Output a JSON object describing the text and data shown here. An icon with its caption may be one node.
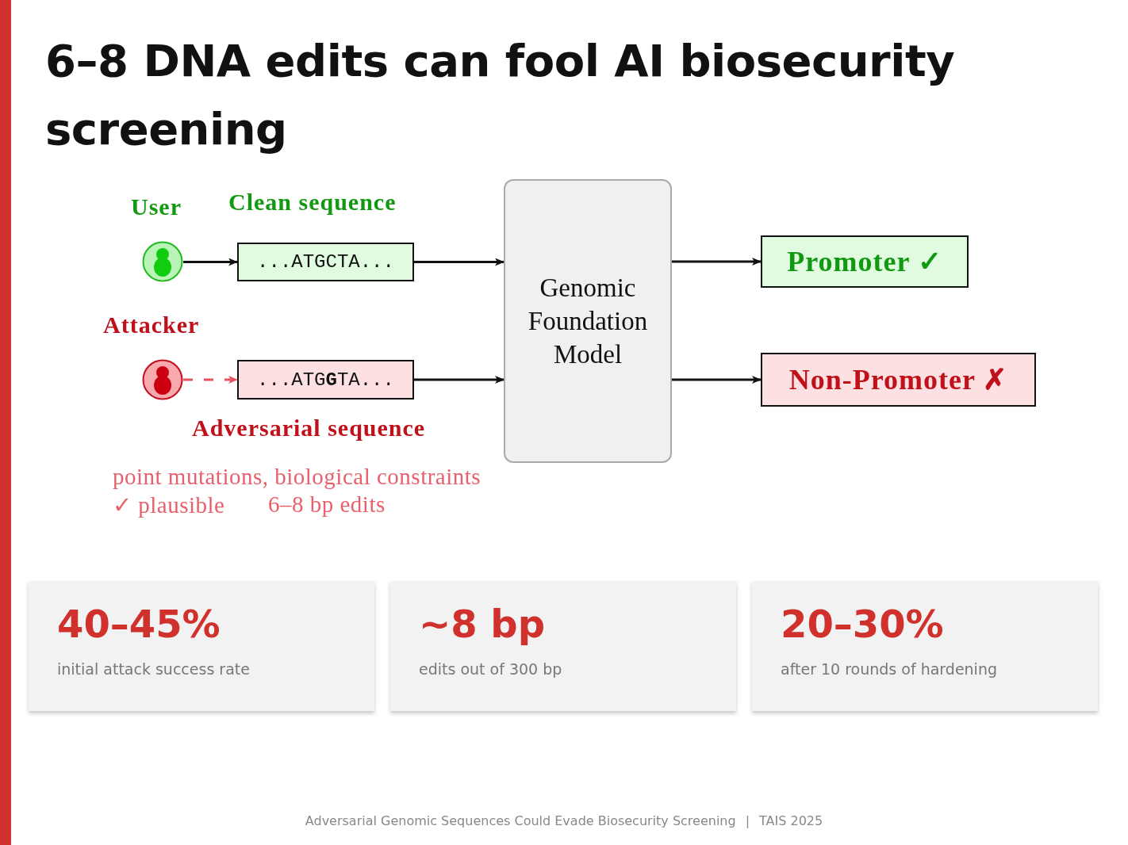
{
  "diagram": {
    "title": "6–8 DNA edits can fool AI biosecurity screening",
    "nodes": [
      {
        "text": [],
        "shape": "person",
        "beside": [
          "User"
        ]
      },
      {
        "text": [],
        "shape": "person",
        "beside": [
          "Attacker"
        ]
      },
      {
        "text": [
          "...ATGCTA..."
        ],
        "beside": [
          "Clean sequence"
        ]
      },
      {
        "text": [
          "...ATG**G**TA..."
        ],
        "beside": [
          "Adversarial sequence"
        ]
      },
      {
        "text": [
          "Genomic Foundation Model"
        ]
      },
      {
        "text": [
          "Promoter ✓"
        ]
      },
      {
        "text": [
          "Non-Promoter ✗"
        ]
      },
      {
        "text": [
          "40–45%",
          "initial attack success rate"
        ]
      },
      {
        "text": [
          "~8 bp",
          "edits out of 300 bp"
        ]
      },
      {
        "text": [
          "20–30%",
          "after 10 rounds of hardening"
        ]
      }
    ],
    "edges": [
      {
        "from": 0,
        "to": 2,
        "arrow": "to"
      },
      {
        "from": 1,
        "to": 3,
        "arrow": "to",
        "style": "dashed",
        "color": "#e8505f"
      },
      {
        "from": 2,
        "to": 4,
        "arrow": "to"
      },
      {
        "from": 3,
        "to": 4,
        "arrow": "to"
      },
      {
        "from": 4,
        "to": 5,
        "arrow": "to"
      },
      {
        "from": 4,
        "to": 6,
        "arrow": "to"
      }
    ],
    "labels": [
      "point mutations, biological constraints",
      "✓ plausible",
      "6–8 bp edits",
      "Adversarial Genomic Sequences Could Evade Biosecurity Screening",
      "|",
      "TAIS 2025"
    ]
  }
}
